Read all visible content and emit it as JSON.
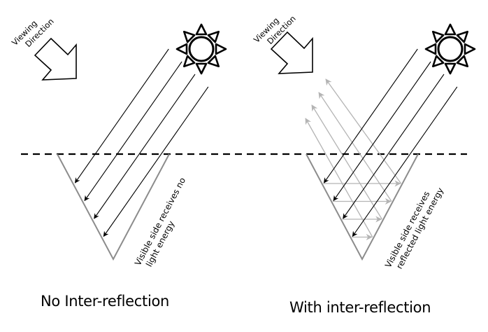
{
  "panels": [
    {
      "id": "no-inter-reflection",
      "viewing_label": [
        "Viewing",
        "Direction"
      ],
      "side_label": [
        "Visible side receives no",
        "light energy"
      ],
      "caption": "No Inter-reflection",
      "incoming_rays": 4,
      "reflected_rays": 0
    },
    {
      "id": "with-inter-reflection",
      "viewing_label": [
        "Viewing",
        "Direction"
      ],
      "side_label": [
        "Visible side receives",
        "reflected light energy"
      ],
      "caption": "With inter-reflection",
      "incoming_rays": 4,
      "reflected_rays": 4
    }
  ],
  "colors": {
    "incoming_ray": "#000000",
    "reflected_ray": "#b4b4b4",
    "groove": "#8c8c8c",
    "surface_line": "#000000",
    "background": "#ffffff"
  },
  "icons": {
    "sun": "sun-icon",
    "viewing_arrow": "arrow-down-right-icon"
  }
}
